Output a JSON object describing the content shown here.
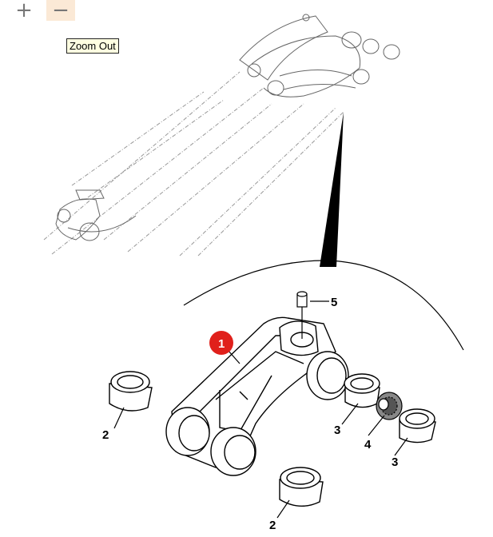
{
  "toolbar": {
    "zoom_in_label": "+",
    "zoom_out_label": "−",
    "tooltip": "Zoom Out"
  },
  "callouts": {
    "part_1": "1",
    "part_2_left": "2",
    "part_2_bottom": "2",
    "part_3_left": "3",
    "part_3_right": "3",
    "part_4": "4",
    "part_5": "5"
  },
  "colors": {
    "highlight_badge": "#e0201b",
    "zoom_out_active_bg": "#fbe9d6",
    "tooltip_bg": "#ffffe1"
  }
}
